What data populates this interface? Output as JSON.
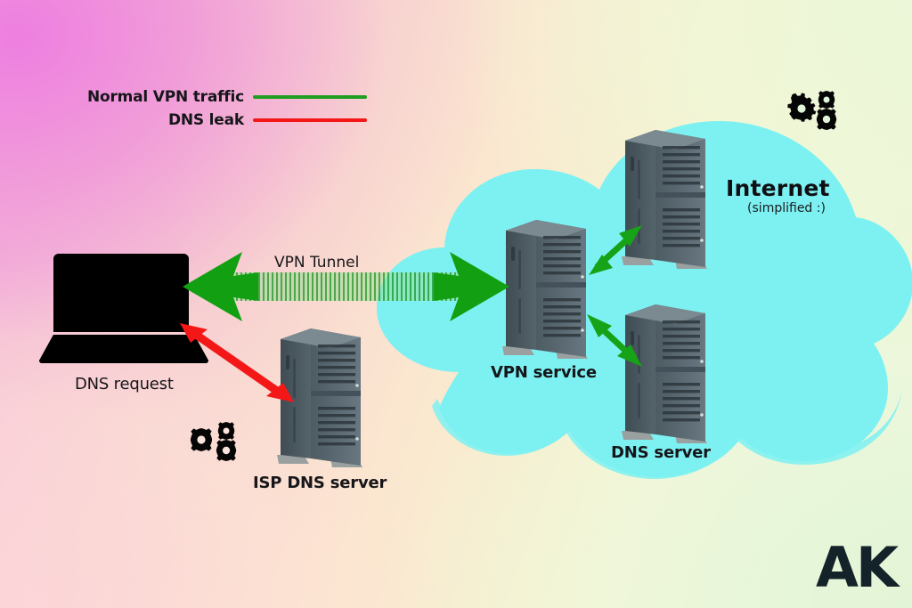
{
  "diagram": {
    "title": "VPN DNS leak diagram",
    "background": {
      "gradient_from": "#f2a7e4",
      "gradient_mid": "#fbe6cf",
      "gradient_to": "#e6f6d6"
    },
    "colors": {
      "cloud": "#7df1f2",
      "green_traffic": "#1f9e22",
      "green_arrow": "#13a513",
      "red_leak": "#f41717",
      "label_text": "#16161a",
      "server_body": "#5b6a72",
      "laptop": "#000000",
      "logo": "#14222a"
    }
  },
  "legend": {
    "items": [
      {
        "label": "Normal VPN traffic",
        "color": "#1f9e22",
        "name": "normal-vpn-traffic"
      },
      {
        "label": "DNS leak",
        "color": "#f41717",
        "name": "dns-leak"
      }
    ]
  },
  "labels": {
    "vpn_tunnel": "VPN Tunnel",
    "dns_request": "DNS request",
    "isp_dns_server": "ISP DNS server",
    "vpn_service": "VPN service",
    "dns_server": "DNS server",
    "internet": "Internet",
    "internet_sub": "(simplified :)"
  },
  "nodes": [
    {
      "name": "client-laptop",
      "type": "laptop",
      "label": "DNS request"
    },
    {
      "name": "isp-dns-server",
      "type": "server-tower",
      "label": "ISP DNS server"
    },
    {
      "name": "vpn-service-server",
      "type": "server-tower",
      "label": "VPN service"
    },
    {
      "name": "internet-server",
      "type": "server-tower",
      "label": ""
    },
    {
      "name": "dns-server",
      "type": "server-tower",
      "label": "DNS server"
    }
  ],
  "connections": [
    {
      "name": "vpn-tunnel-link",
      "from": "client-laptop",
      "to": "vpn-service-server",
      "style": "striped-green-band",
      "label": "VPN Tunnel",
      "color": "#1f9e22"
    },
    {
      "name": "dns-leak-link",
      "from": "client-laptop",
      "to": "isp-dns-server",
      "style": "double-arrow",
      "color": "#f41717"
    },
    {
      "name": "vpn-to-internet-link",
      "from": "vpn-service-server",
      "to": "internet-server",
      "style": "double-arrow",
      "color": "#13a513"
    },
    {
      "name": "vpn-to-dns-link",
      "from": "vpn-service-server",
      "to": "dns-server",
      "style": "double-arrow",
      "color": "#13a513"
    }
  ],
  "decorations": {
    "gears_top_right": "gears-icon",
    "gears_left": "gears-icon",
    "watermark": "AK"
  }
}
